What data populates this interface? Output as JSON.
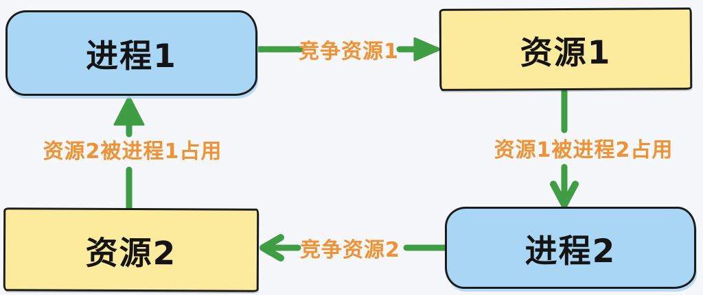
{
  "diagram": {
    "nodes": [
      {
        "id": "process1",
        "label": "进程1",
        "type": "process"
      },
      {
        "id": "resource1",
        "label": "资源1",
        "type": "resource"
      },
      {
        "id": "resource2",
        "label": "资源2",
        "type": "resource"
      },
      {
        "id": "process2",
        "label": "进程2",
        "type": "process"
      }
    ],
    "edges": [
      {
        "from": "process1",
        "to": "resource1",
        "label": "竞争资源1"
      },
      {
        "from": "resource1",
        "to": "process2",
        "label": "资源1被进程2占用"
      },
      {
        "from": "process2",
        "to": "resource2",
        "label": "竞争资源2"
      },
      {
        "from": "resource2",
        "to": "process1",
        "label": "资源2被进程1占用"
      }
    ]
  },
  "colors": {
    "background": "#f5f7fa",
    "process_fill": "#a9d6f4",
    "resource_fill": "#fcea9d",
    "node_border": "#1c1c1c",
    "node_text": "#141414",
    "arrow_green": "#3f9d44",
    "label_orange": "#f09233"
  }
}
